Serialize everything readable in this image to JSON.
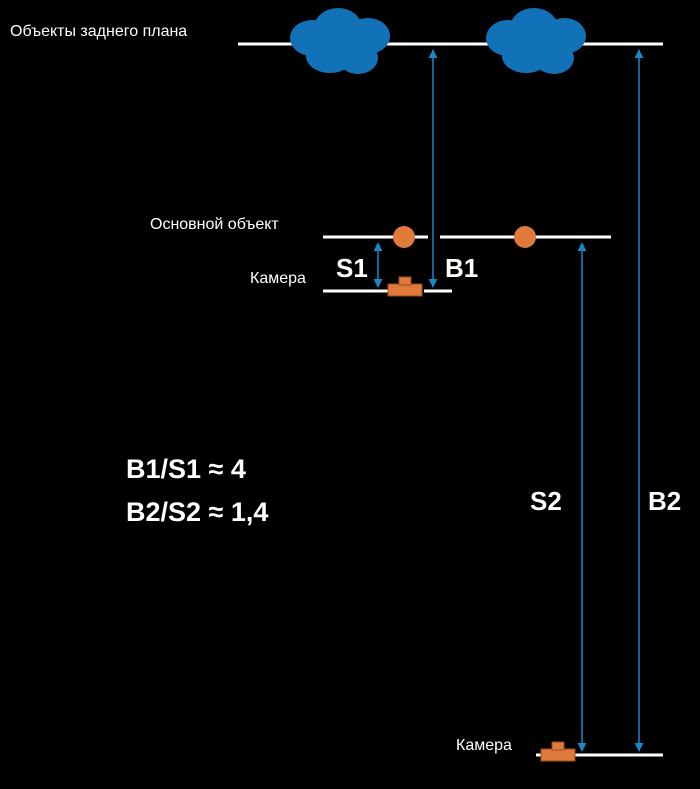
{
  "labels": {
    "background_objects": "Объекты заднего плана",
    "main_object": "Основной объект",
    "camera_near": "Камера",
    "camera_far": "Камера"
  },
  "distances": {
    "s1": "S1",
    "b1": "B1",
    "s2": "S2",
    "b2": "B2"
  },
  "ratios": {
    "line1": "B1/S1 ≈ 4",
    "line2": "B2/S2 ≈ 1,4"
  },
  "colors": {
    "background": "#000000",
    "lines": "#ffffff",
    "arrows": "#1a86c8",
    "clouds": "#1172b8",
    "object": "#e07a3a",
    "camera": "#e07a3a"
  }
}
